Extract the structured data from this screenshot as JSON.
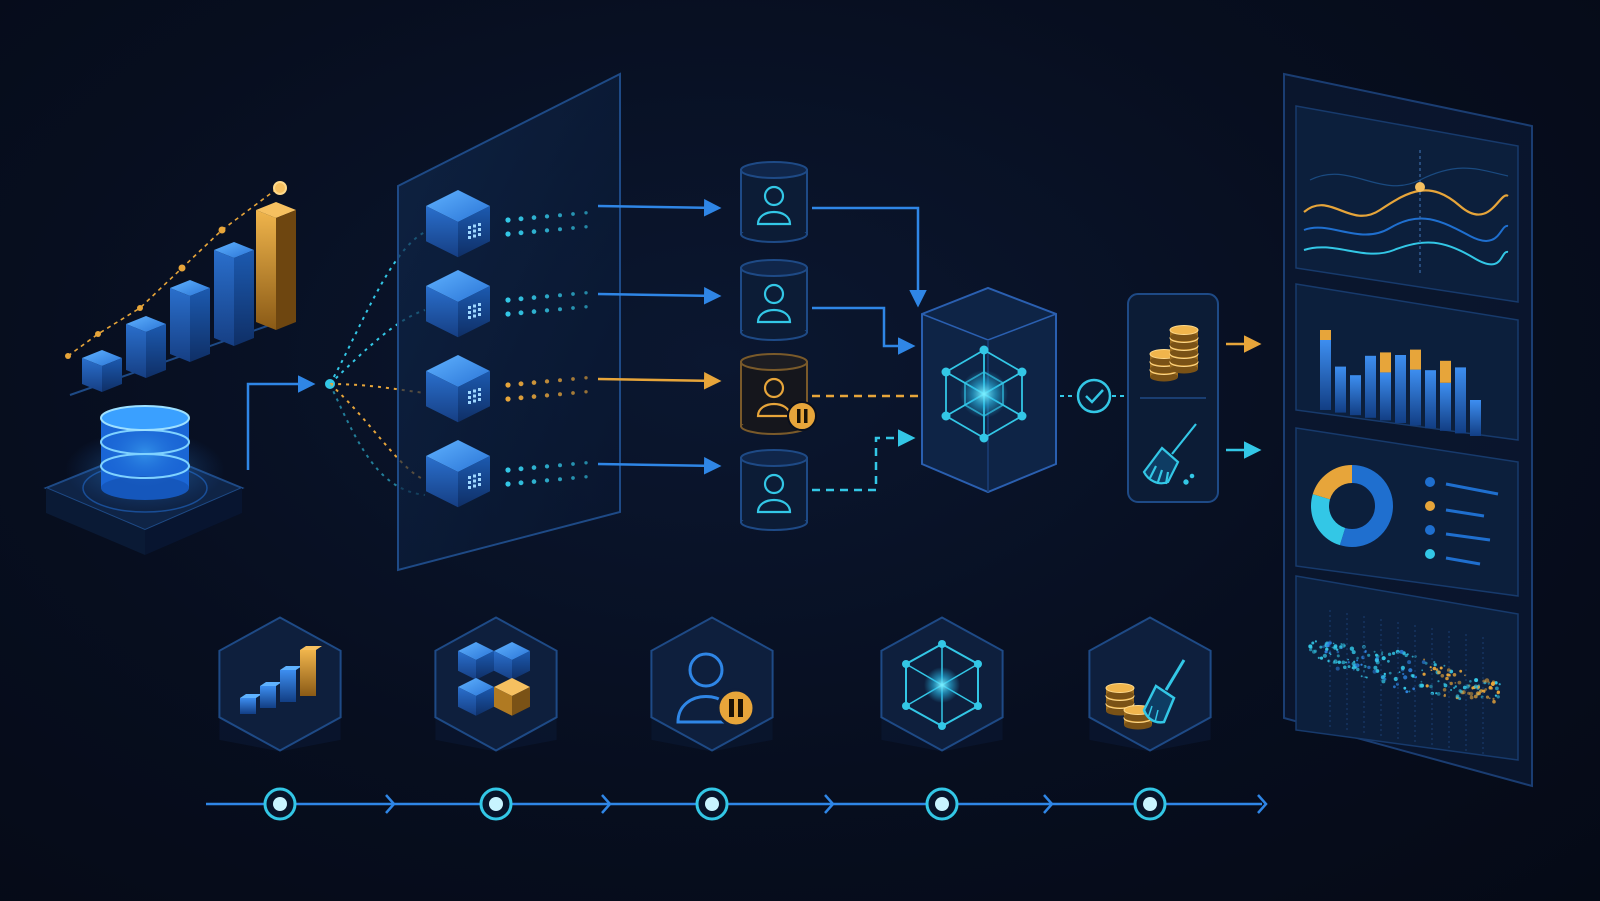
{
  "colors": {
    "background": "#060d1c",
    "primary_blue": "#2f86e6",
    "cyan": "#33c7e6",
    "amber": "#e7a53a",
    "panel_stroke": "#1e4a86",
    "panel_fill": "#0c1c36"
  },
  "stages": [
    {
      "name": "ingest",
      "icon": "rising-bar-chart-icon"
    },
    {
      "name": "partition",
      "icon": "cube-cluster-icon"
    },
    {
      "name": "consumers",
      "icon": "paused-user-icon"
    },
    {
      "name": "aggregate",
      "icon": "network-hexagon-icon"
    },
    {
      "name": "cleanup",
      "icon": "coins-broom-icon"
    }
  ],
  "partitions": [
    {
      "state": "active"
    },
    {
      "state": "active"
    },
    {
      "state": "paused"
    },
    {
      "state": "active"
    }
  ],
  "dashboard_panels": [
    "line-chart-panel",
    "bar-chart-panel",
    "donut-chart-panel",
    "scatter-panel"
  ]
}
